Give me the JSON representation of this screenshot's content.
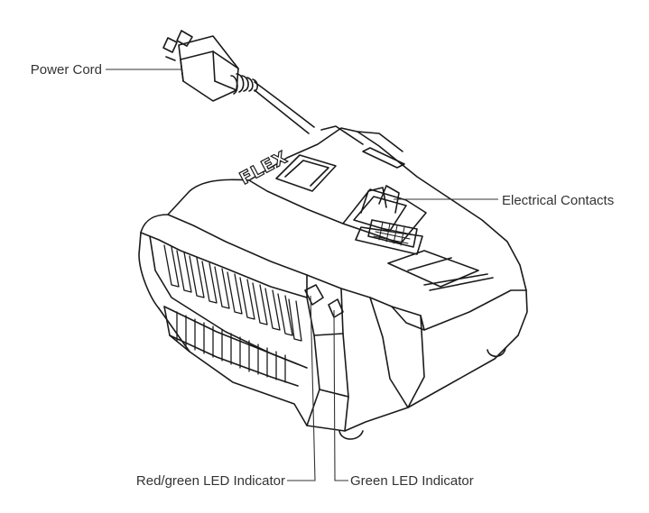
{
  "labels": {
    "power_cord": "Power Cord",
    "electrical_contacts": "Electrical Contacts",
    "red_green_led": "Red/green LED Indicator",
    "green_led": "Green LED Indicator"
  },
  "brand_logo": "FLEX",
  "colors": {
    "line": "#1a1a1a",
    "leader": "#333333",
    "background": "#ffffff"
  }
}
